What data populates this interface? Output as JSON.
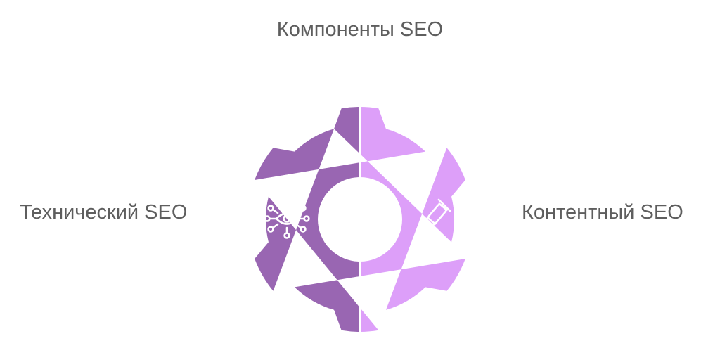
{
  "title": "Компоненты SEO",
  "segments": [
    {
      "label": "Технический SEO",
      "color": "#9966b2",
      "icon": "network-eye-icon"
    },
    {
      "label": "Контентный SEO",
      "color": "#dd9ff9",
      "icon": "marker-pen-icon"
    }
  ],
  "hub_color": "#ffffff",
  "icon_color": "#ffffff"
}
